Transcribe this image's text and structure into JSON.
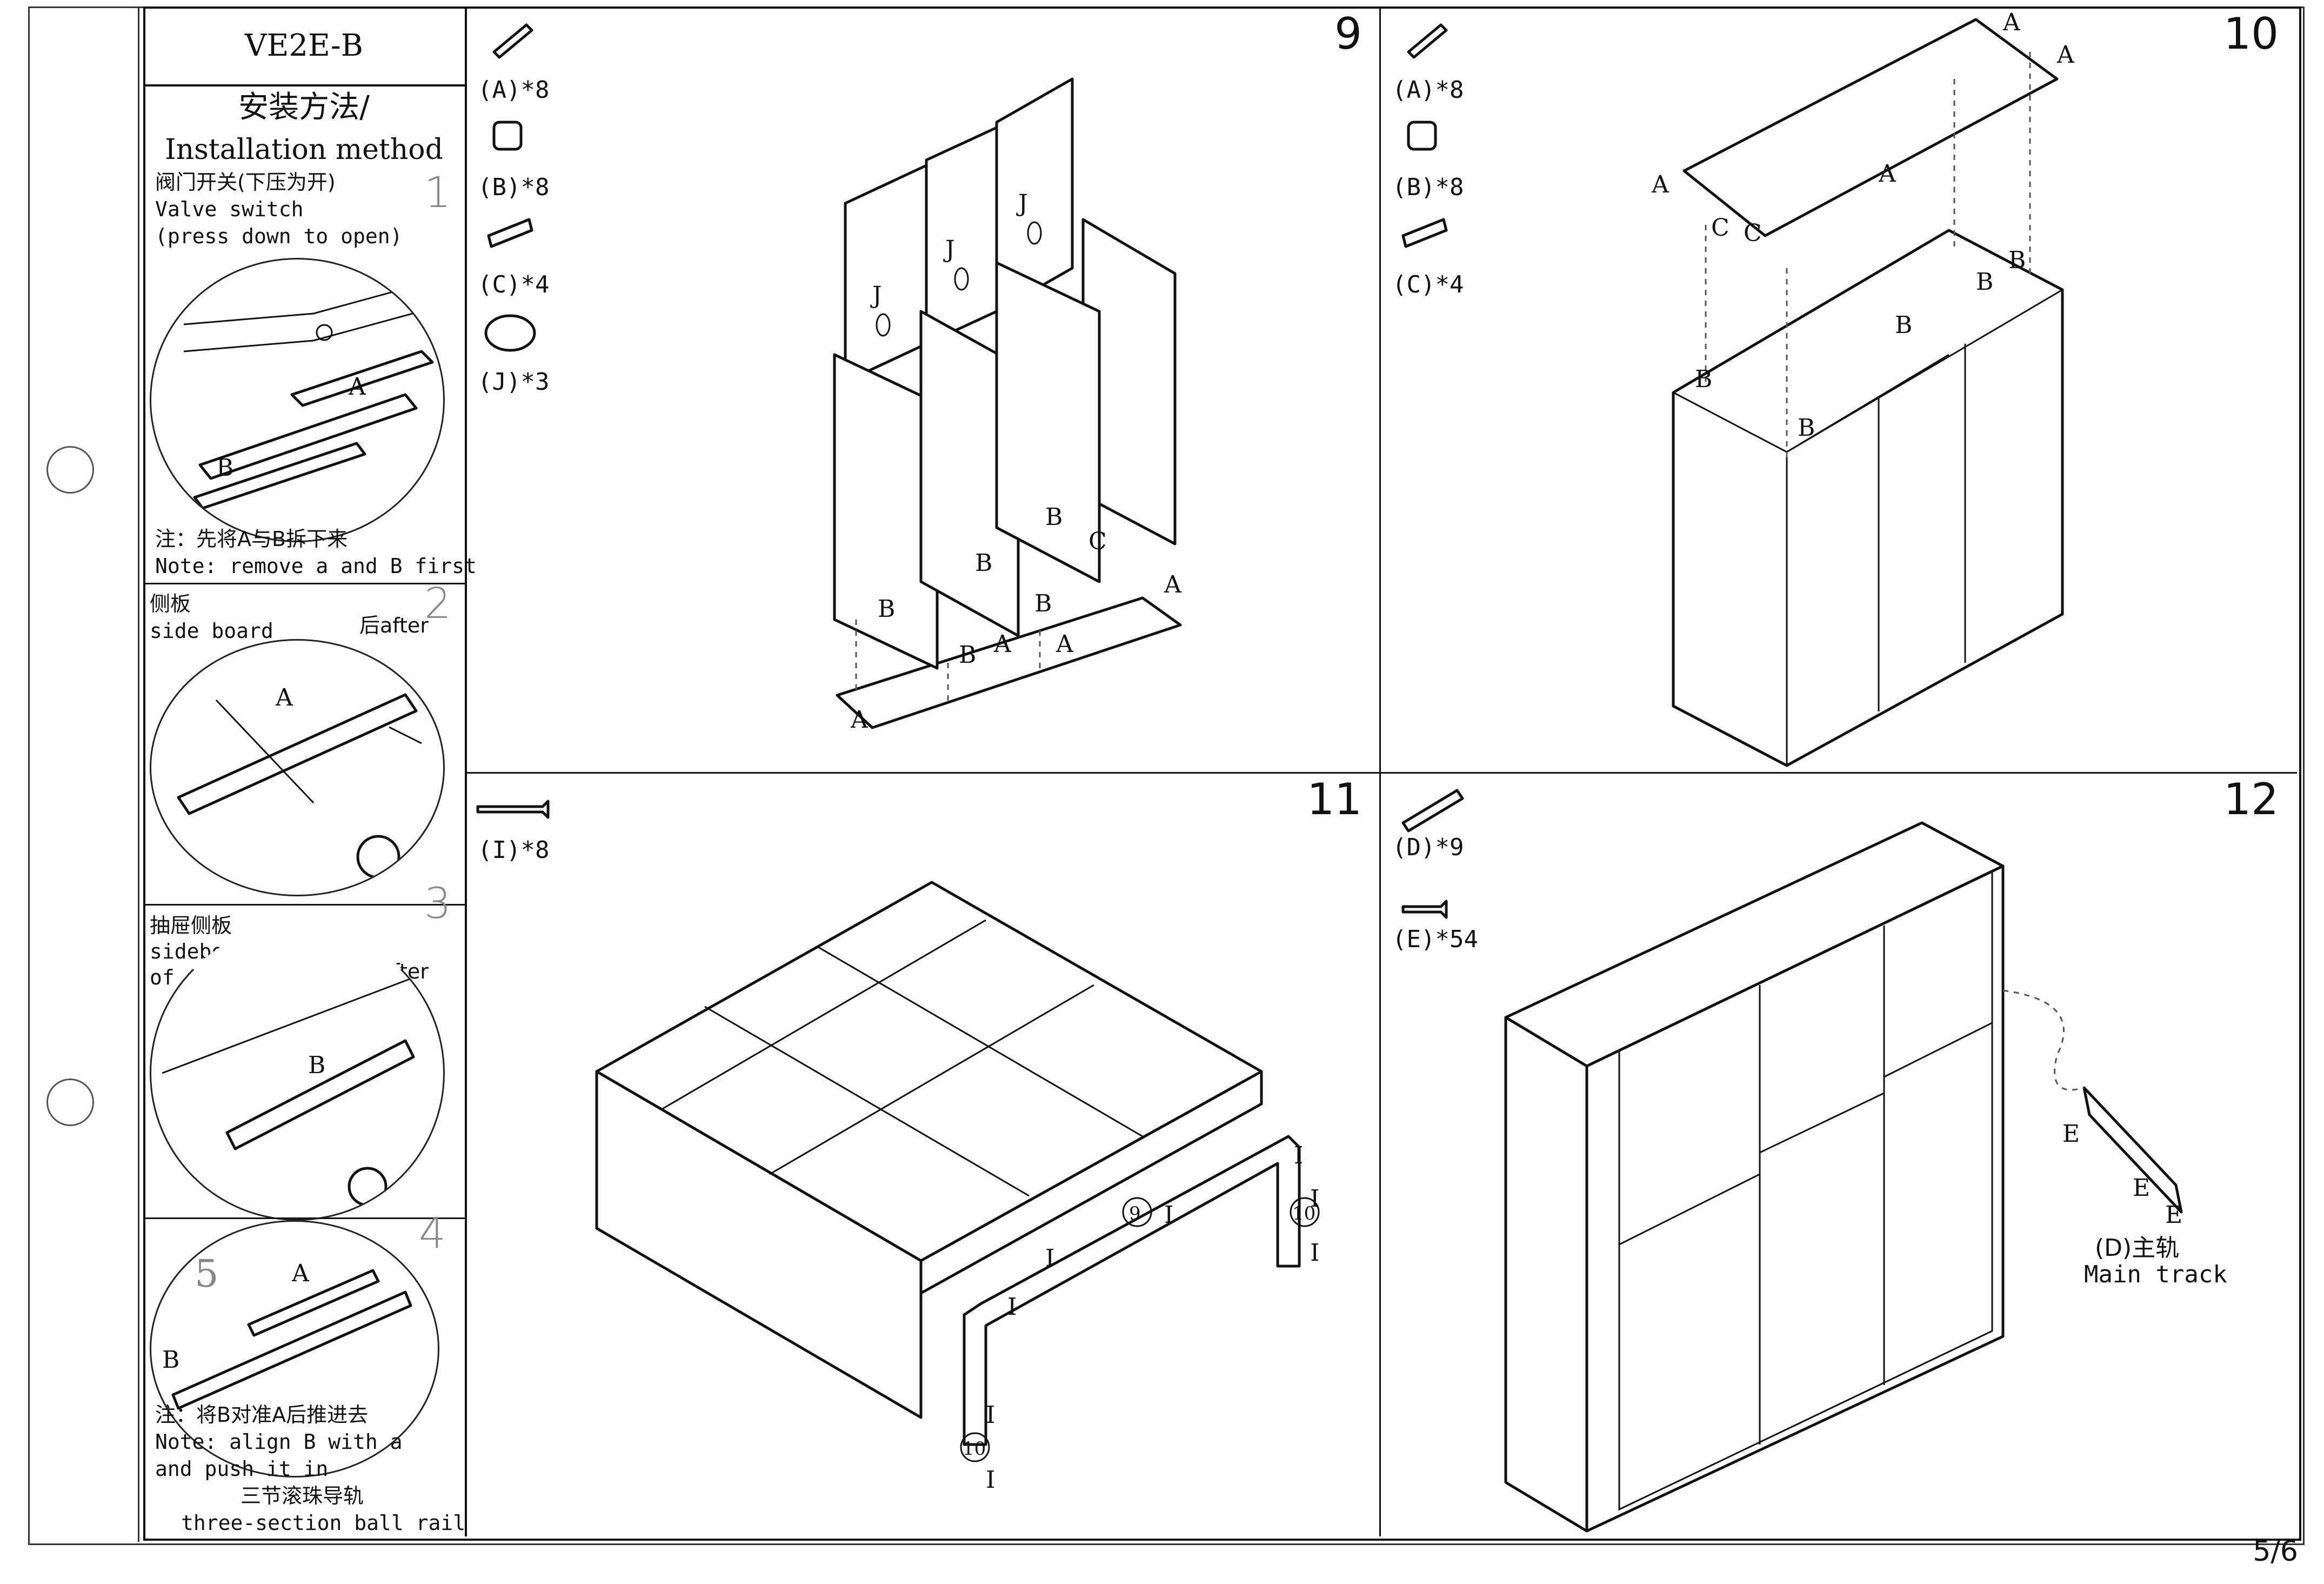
{
  "model": "VE2E-B",
  "method_cn": "安装方法/",
  "method_en": "Installation method",
  "steps": [
    {
      "num": "1",
      "cn": "阀门开关(下压为开)",
      "en1": "Valve switch",
      "en2": "(press down to open)",
      "note_cn": "注：先将A与B拆下来",
      "note_en": "Note: remove a and B first"
    },
    {
      "num": "2",
      "cn": "侧板",
      "en": "side board",
      "after": "后after"
    },
    {
      "num": "3",
      "cn": "抽屉侧板",
      "en1": "sideboard",
      "en2": "of the drawer",
      "after": "后after"
    },
    {
      "num": "4",
      "num2": "5",
      "note_cn": "注：将B对准A后推进去",
      "note_en1": "Note: align B with a",
      "note_en2": "and push it in",
      "rail_cn": "三节滚珠导轨",
      "rail_en": "three-section ball rail"
    }
  ],
  "panels": [
    {
      "num": "9",
      "parts": [
        "(A)*8",
        "(B)*8",
        "(C)*4",
        "(J)*3"
      ]
    },
    {
      "num": "10",
      "parts": [
        "(A)*8",
        "(B)*8",
        "(C)*4"
      ]
    },
    {
      "num": "11",
      "parts": [
        "(I)*8"
      ]
    },
    {
      "num": "12",
      "parts": [
        "(D)*9",
        "(E)*54"
      ],
      "track_cn": "(D)主轨",
      "track_en": "Main track"
    }
  ],
  "page": "5/6"
}
